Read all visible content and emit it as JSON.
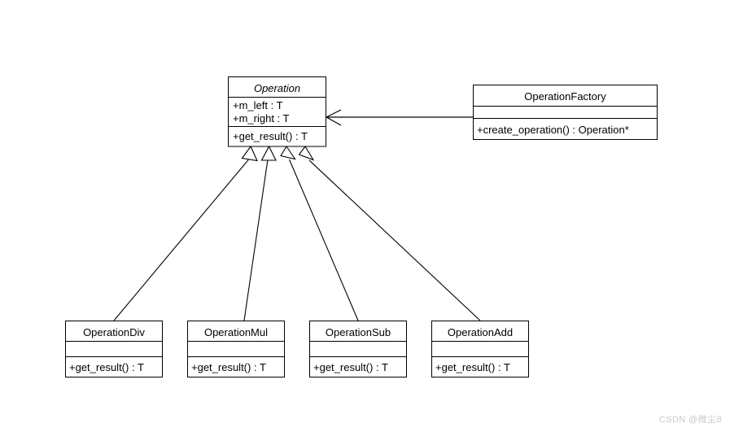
{
  "diagram": {
    "type": "uml-class-diagram",
    "background": "#ffffff",
    "line_color": "#000000",
    "classes": {
      "operation": {
        "name": "Operation",
        "abstract": true,
        "attributes": [
          "+m_left : T",
          "+m_right : T"
        ],
        "operations": [
          "+get_result() : T"
        ]
      },
      "operation_factory": {
        "name": "OperationFactory",
        "abstract": false,
        "attributes": [],
        "operations": [
          "+create_operation() : Operation*"
        ]
      },
      "operation_div": {
        "name": "OperationDiv",
        "abstract": false,
        "attributes": [],
        "operations": [
          "+get_result() : T"
        ]
      },
      "operation_mul": {
        "name": "OperationMul",
        "abstract": false,
        "attributes": [],
        "operations": [
          "+get_result() : T"
        ]
      },
      "operation_sub": {
        "name": "OperationSub",
        "abstract": false,
        "attributes": [],
        "operations": [
          "+get_result() : T"
        ]
      },
      "operation_add": {
        "name": "OperationAdd",
        "abstract": false,
        "attributes": [],
        "operations": [
          "+get_result() : T"
        ]
      }
    },
    "relationships": [
      {
        "kind": "generalization",
        "from": "OperationDiv",
        "to": "Operation"
      },
      {
        "kind": "generalization",
        "from": "OperationMul",
        "to": "Operation"
      },
      {
        "kind": "generalization",
        "from": "OperationSub",
        "to": "Operation"
      },
      {
        "kind": "generalization",
        "from": "OperationAdd",
        "to": "Operation"
      },
      {
        "kind": "association",
        "from": "OperationFactory",
        "to": "Operation"
      }
    ]
  },
  "watermark": {
    "text": "CSDN @微尘8"
  }
}
